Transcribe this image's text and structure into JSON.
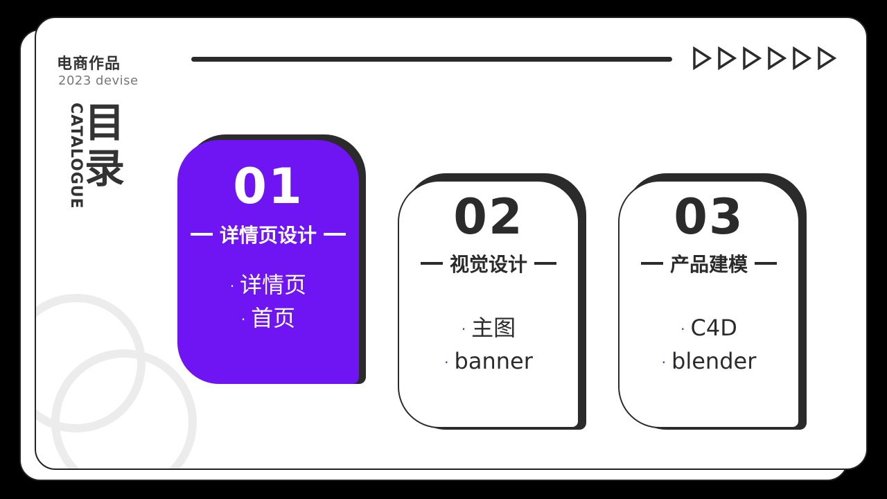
{
  "brand": {
    "title": "电商作品",
    "subtitle": "2023 devise"
  },
  "catalogue": {
    "cn_line1": "目",
    "cn_line2": "录",
    "en": "CATALOGUE"
  },
  "arrows": {
    "count": 6,
    "icon": "triangle-arrow-right-icon"
  },
  "colors": {
    "accent": "#6f14f3",
    "dark": "#2b2b2b",
    "background": "#000000"
  },
  "sections": [
    {
      "number": "01",
      "title": "详情页设计",
      "items": [
        "详情页",
        "首页"
      ],
      "active": true
    },
    {
      "number": "02",
      "title": "视觉设计",
      "items": [
        "主图",
        "banner"
      ],
      "active": false
    },
    {
      "number": "03",
      "title": "产品建模",
      "items": [
        "C4D",
        "blender"
      ],
      "active": false
    }
  ]
}
